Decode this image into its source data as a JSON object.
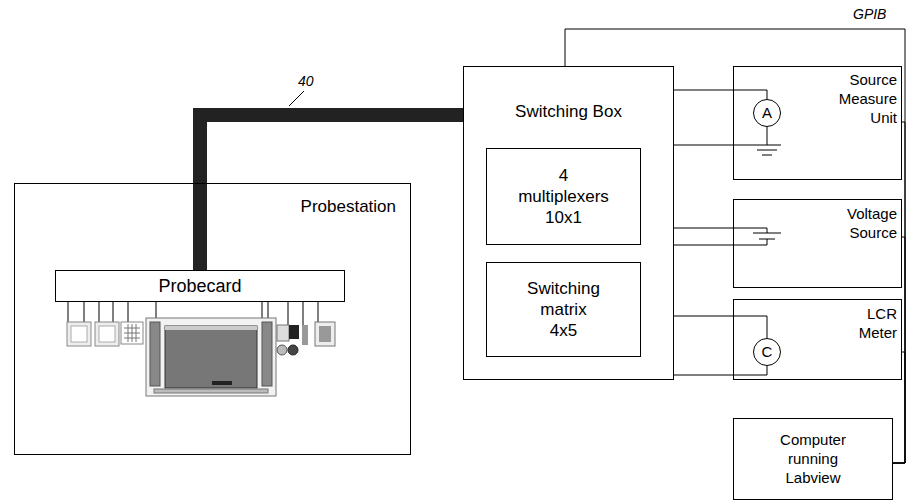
{
  "diagram": {
    "nodes": [
      {
        "text": [
          "Probestation"
        ]
      },
      {
        "text": [
          "Probecard"
        ],
        "in": 0
      },
      {
        "text": [
          "Switching Box"
        ]
      },
      {
        "text": [
          "4 multiplexers 10x1"
        ],
        "in": 2
      },
      {
        "text": [
          "Switching matrix 4x5"
        ],
        "in": 2
      },
      {
        "text": [
          "Source Measure Unit"
        ]
      },
      {
        "text": [
          "A"
        ],
        "in": 5
      },
      {
        "text": [
          "Voltage Source"
        ]
      },
      {
        "text": [
          "LCR Meter"
        ]
      },
      {
        "text": [
          "C"
        ],
        "in": 8
      },
      {
        "text": [
          "Computer running Labview"
        ]
      }
    ],
    "edges": [
      {
        "from": 1,
        "to": 2,
        "arrow": "none"
      },
      {
        "from": 2,
        "to": 6,
        "arrow": "none"
      },
      {
        "from": 2,
        "to": 7,
        "arrow": "none"
      },
      {
        "from": 2,
        "to": 9,
        "arrow": "none"
      },
      {
        "from": 10,
        "to": 2,
        "arrow": "none"
      },
      {
        "from": 10,
        "to": 5,
        "arrow": "none"
      },
      {
        "from": 10,
        "to": 7,
        "arrow": "none"
      },
      {
        "from": 10,
        "to": 8,
        "arrow": "none"
      }
    ],
    "labels": [
      "40",
      "GPIB"
    ]
  }
}
